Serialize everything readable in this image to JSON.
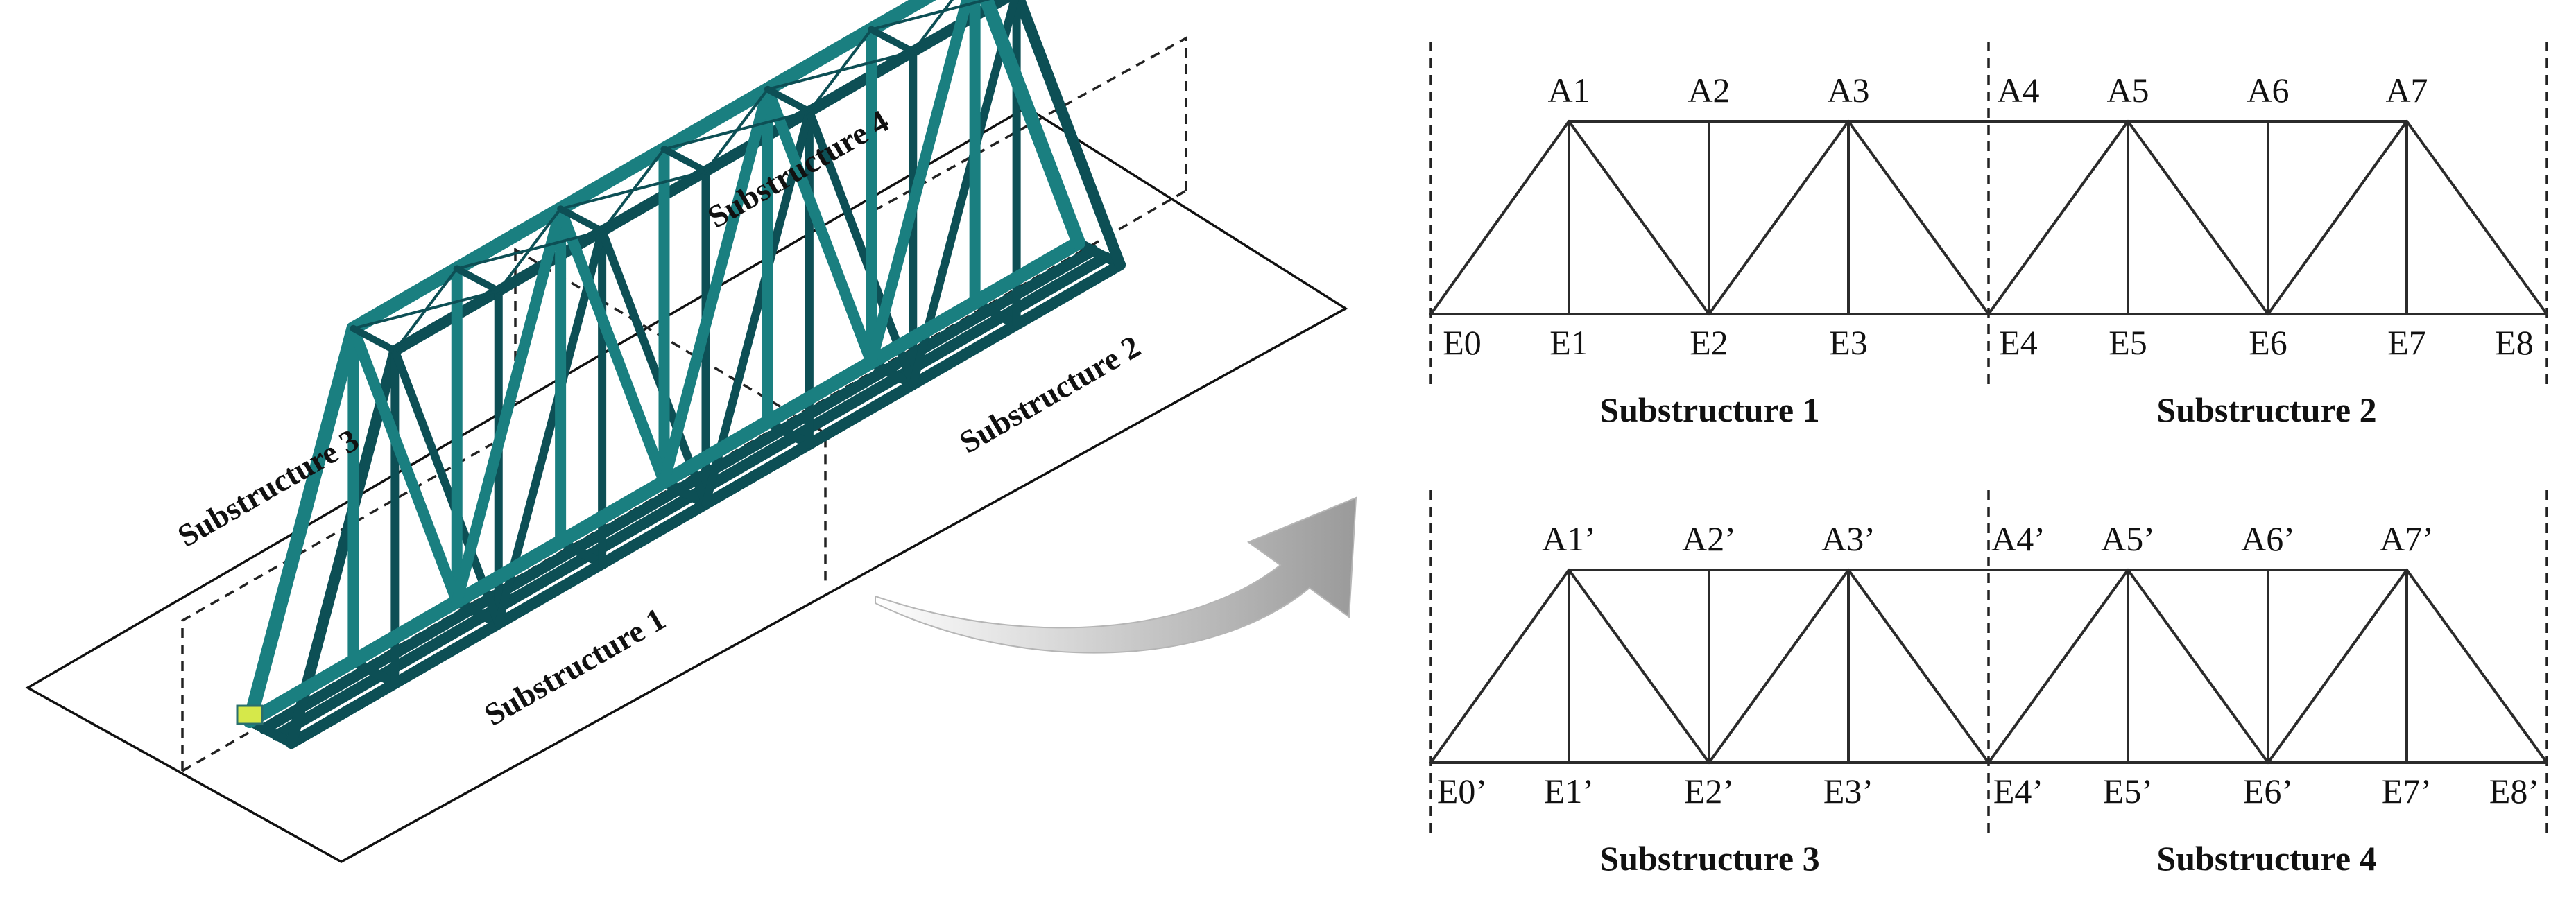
{
  "bridge_view": {
    "labels": {
      "sub1": "Substructure 1",
      "sub2": "Substructure 2",
      "sub3": "Substructure 3",
      "sub4": "Substructure 4"
    },
    "colors": {
      "steel": "#1a7f80",
      "steel_dark": "#0d4f55",
      "arrow": "#a8a8a8"
    }
  },
  "truss_top": {
    "top_nodes": [
      "A1",
      "A2",
      "A3",
      "A4",
      "A5",
      "A6",
      "A7"
    ],
    "bottom_nodes": [
      "E0",
      "E1",
      "E2",
      "E3",
      "E4",
      "E5",
      "E6",
      "E7",
      "E8"
    ],
    "left_label": "Substructure 1",
    "right_label": "Substructure 2"
  },
  "truss_bottom": {
    "top_nodes": [
      "A1’",
      "A2’",
      "A3’",
      "A4’",
      "A5’",
      "A6’",
      "A7’"
    ],
    "bottom_nodes": [
      "E0’",
      "E1’",
      "E2’",
      "E3’",
      "E4’",
      "E5’",
      "E6’",
      "E7’",
      "E8’"
    ],
    "left_label": "Substructure 3",
    "right_label": "Substructure 4"
  }
}
